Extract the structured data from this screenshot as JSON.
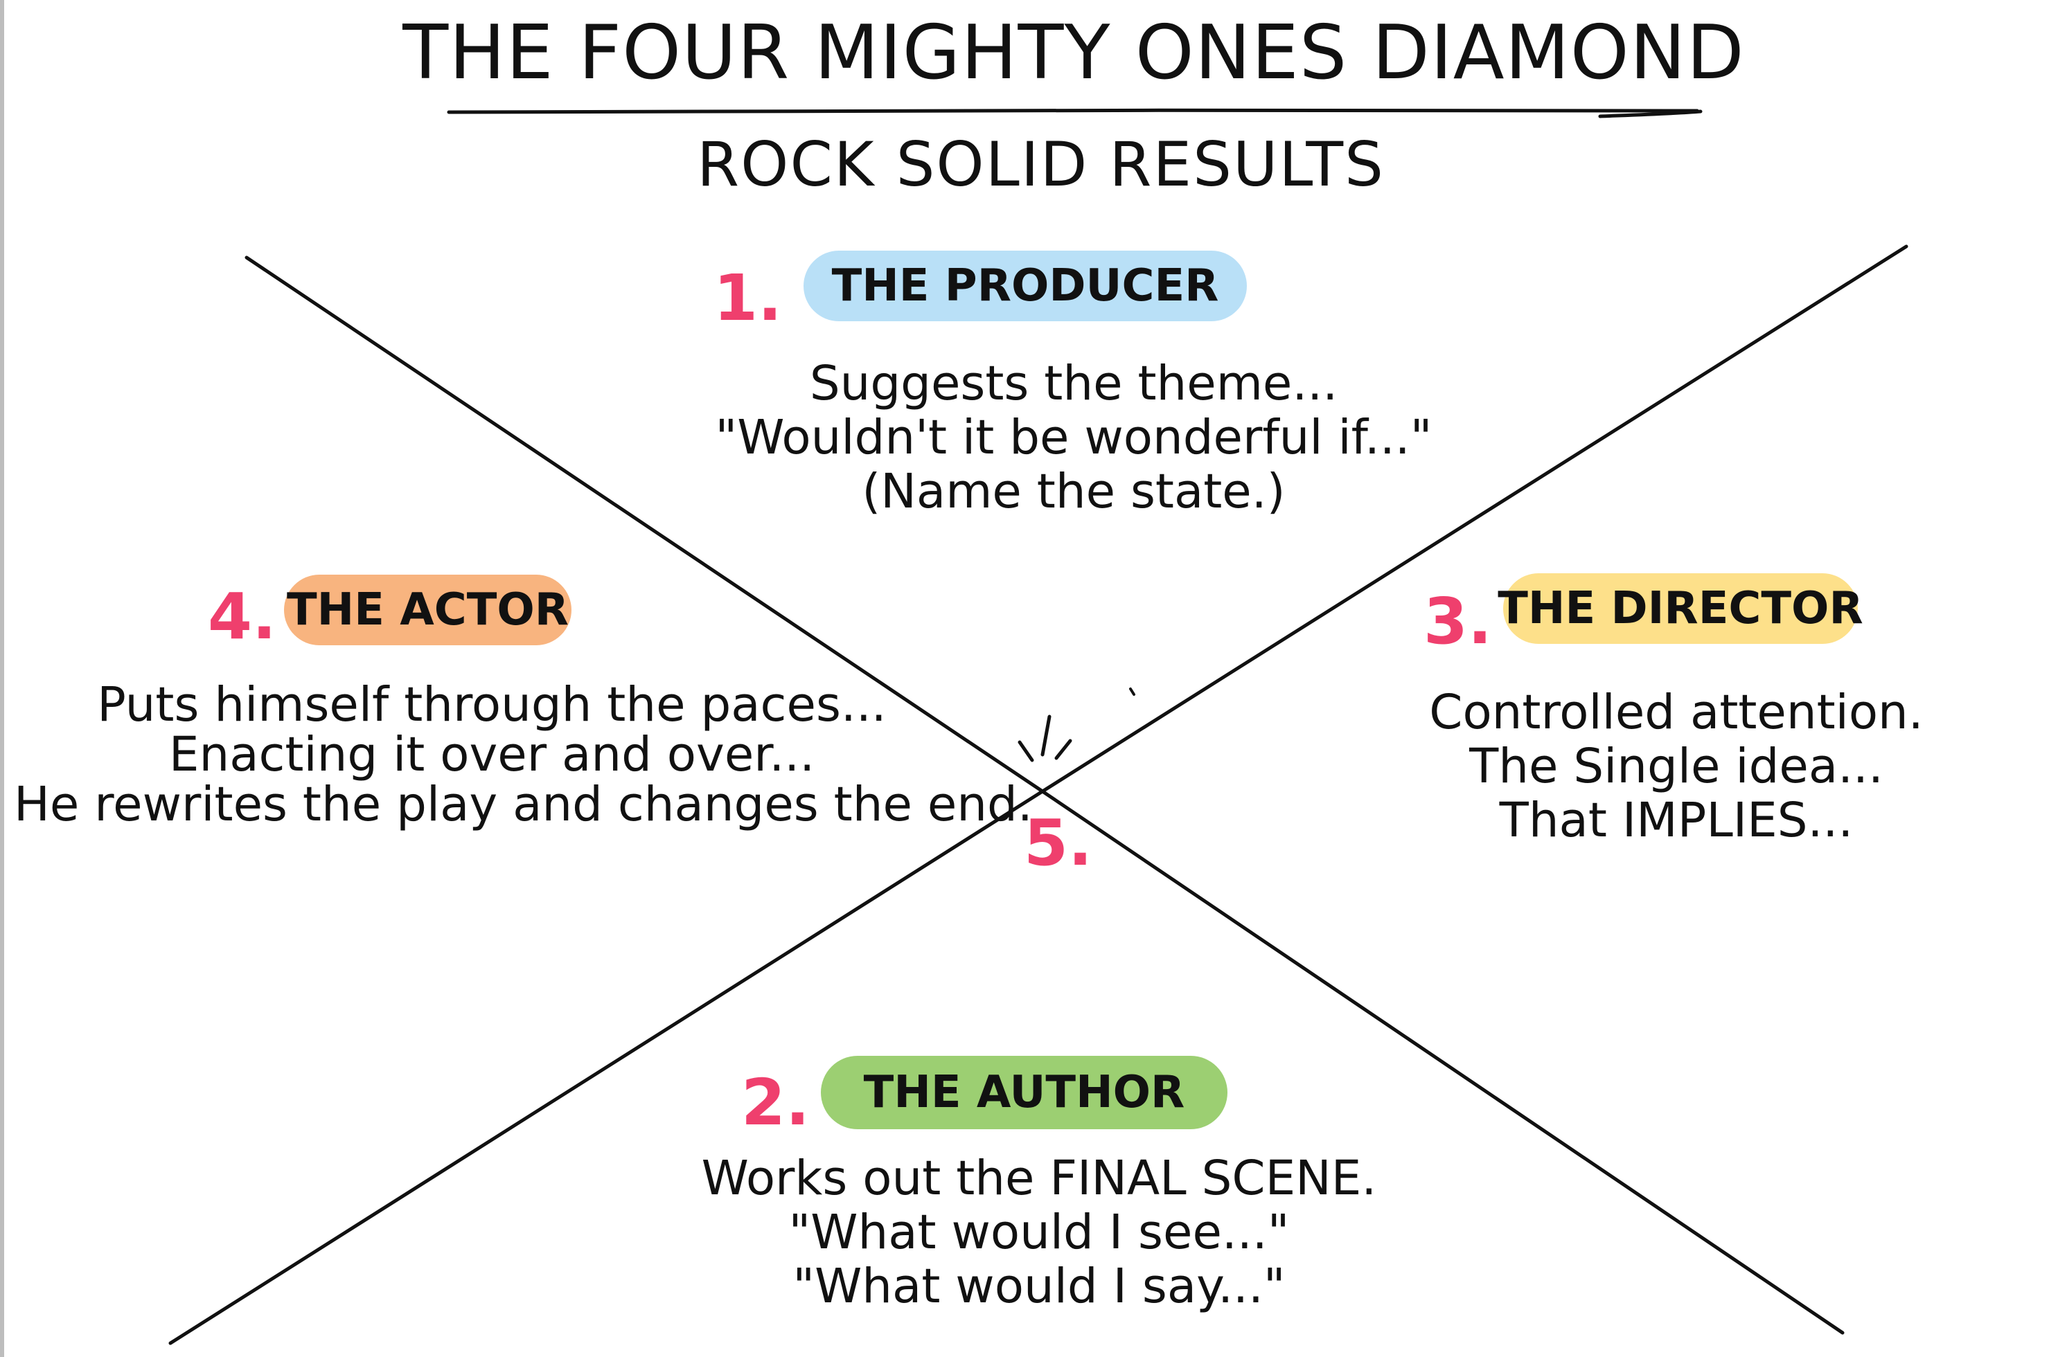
{
  "title": "THE FOUR MIGHTY ONES DIAMOND",
  "subtitle": "ROCK SOLID RESULTS",
  "colors": {
    "producer": "#b9e0f7",
    "author": "#9ccf72",
    "director": "#fde08a",
    "actor": "#f8b47f",
    "number": "#ef3f6d",
    "lines": "#111111"
  },
  "roles": {
    "producer": {
      "number": "1.",
      "label": "THE PRODUCER",
      "lines": [
        "Suggests the theme...",
        "\"Wouldn't it be wonderful if...\"",
        "(Name the state.)"
      ]
    },
    "author": {
      "number": "2.",
      "label": "THE AUTHOR",
      "lines": [
        "Works out the FINAL SCENE.",
        "\"What would I see...\"",
        "\"What would I say...\""
      ]
    },
    "director": {
      "number": "3.",
      "label": "THE DIRECTOR",
      "lines": [
        "Controlled attention.",
        "The Single idea...",
        "That IMPLIES..."
      ]
    },
    "actor": {
      "number": "4.",
      "label": "THE ACTOR",
      "lines": [
        "Puts himself through the paces...",
        "Enacting it over and over...",
        "He rewrites the play and changes the end."
      ]
    },
    "center": {
      "number": "5."
    }
  }
}
